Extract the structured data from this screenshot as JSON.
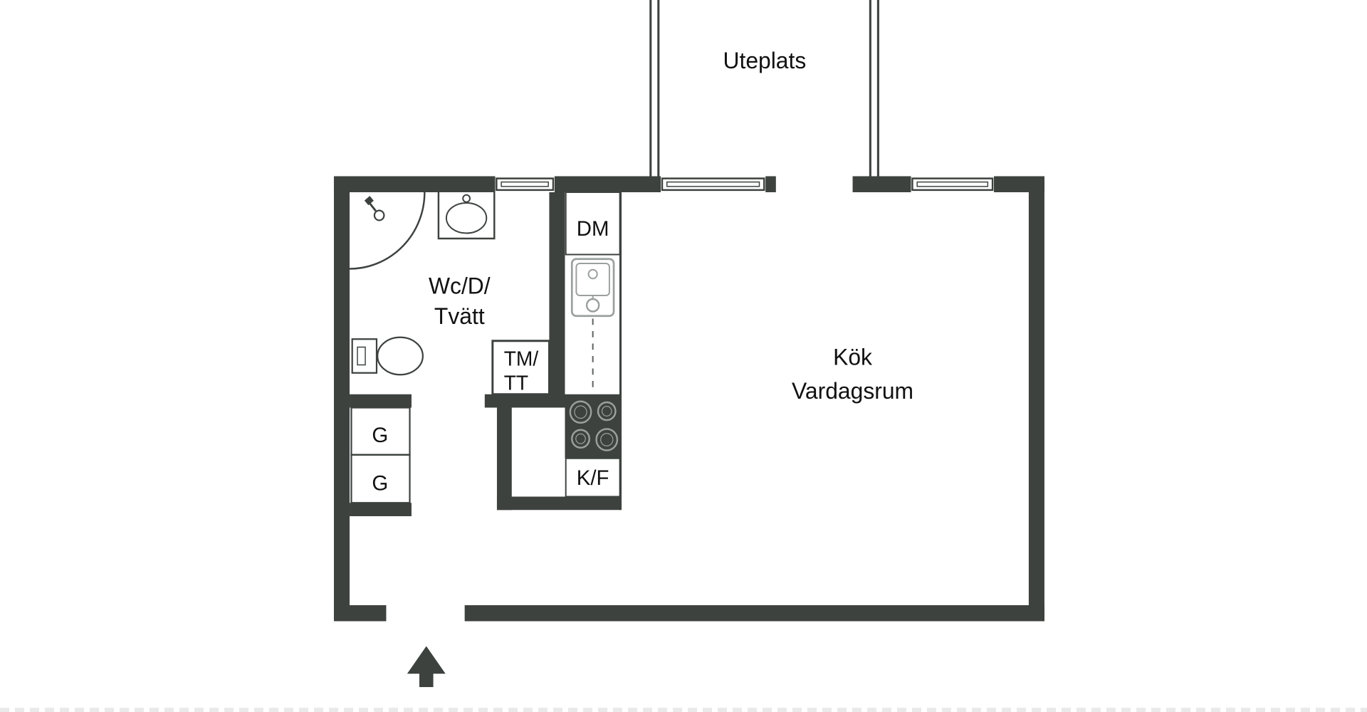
{
  "patio": {
    "label": "Uteplats"
  },
  "rooms": {
    "bathroom": {
      "line1": "Wc/D/",
      "line2": "Tvätt"
    },
    "kitchen_living": {
      "line1": "Kök",
      "line2": "Vardagsrum"
    }
  },
  "appliances": {
    "dishwasher": "DM",
    "washer_line1": "TM/",
    "washer_line2": "TT",
    "fridge_freezer": "K/F",
    "wardrobe_top": "G",
    "wardrobe_bottom": "G"
  },
  "colors": {
    "wall": "#3d423f",
    "text": "#111111",
    "background": "#ffffff"
  }
}
